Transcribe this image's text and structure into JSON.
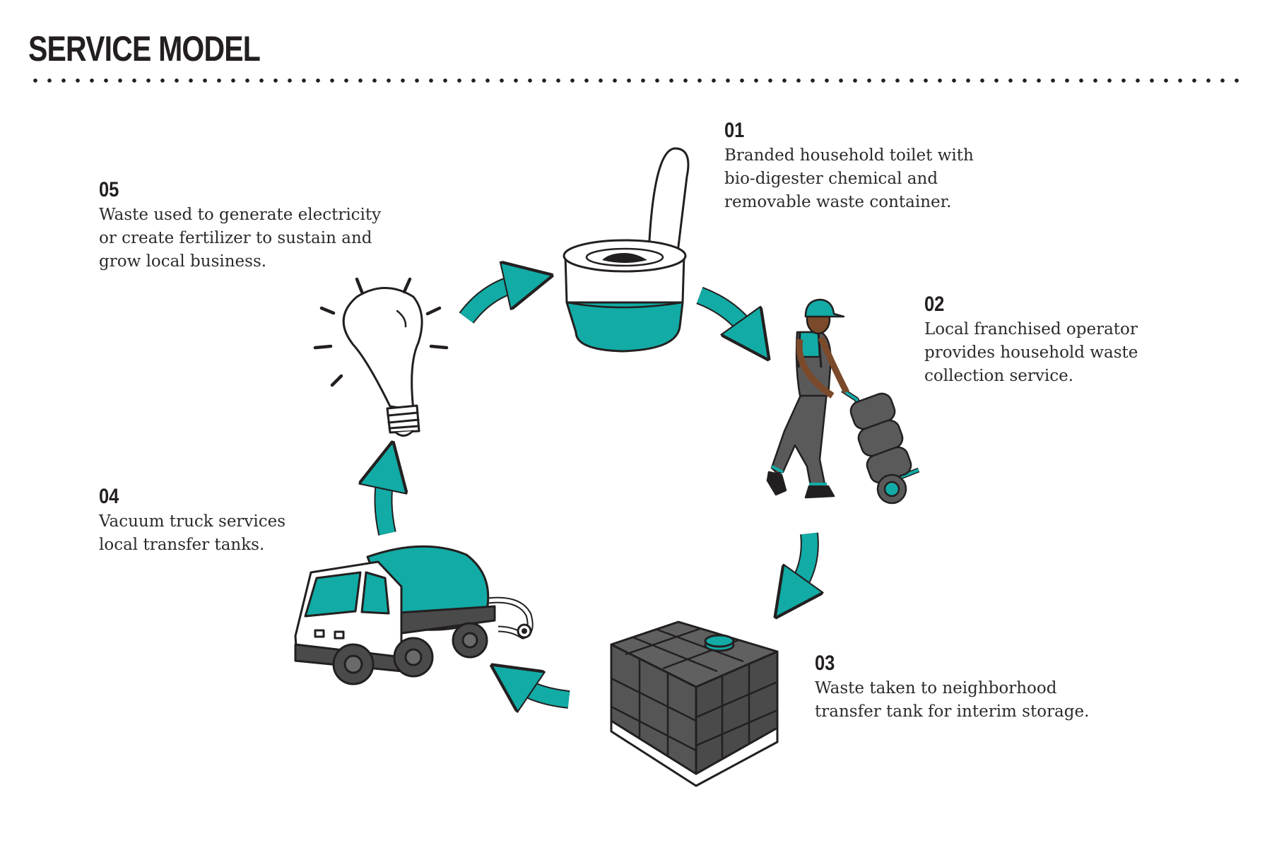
{
  "header": {
    "title": "SERVICE MODEL"
  },
  "steps": [
    {
      "number": "01",
      "lines": [
        "Branded household toilet with",
        "bio-digester chemical and",
        "removable waste container."
      ]
    },
    {
      "number": "02",
      "lines": [
        "Local franchised operator",
        "provides household waste",
        "collection service."
      ]
    },
    {
      "number": "03",
      "lines": [
        "Waste taken to neighborhood",
        "transfer tank for interim storage."
      ]
    },
    {
      "number": "04",
      "lines": [
        "Vacuum truck services",
        "local transfer tanks."
      ]
    },
    {
      "number": "05",
      "lines": [
        "Waste used to generate electricity",
        "or create fertilizer to sustain and",
        "grow local business."
      ]
    }
  ],
  "illustrations": [
    "toilet-icon",
    "operator-with-hand-truck-icon",
    "transfer-tank-icon",
    "vacuum-truck-icon",
    "light-bulb-icon"
  ],
  "colors": {
    "accent": "#12aba5",
    "dark": "#231f20",
    "tank": "#555555",
    "uniform": "#5a5a5a"
  }
}
